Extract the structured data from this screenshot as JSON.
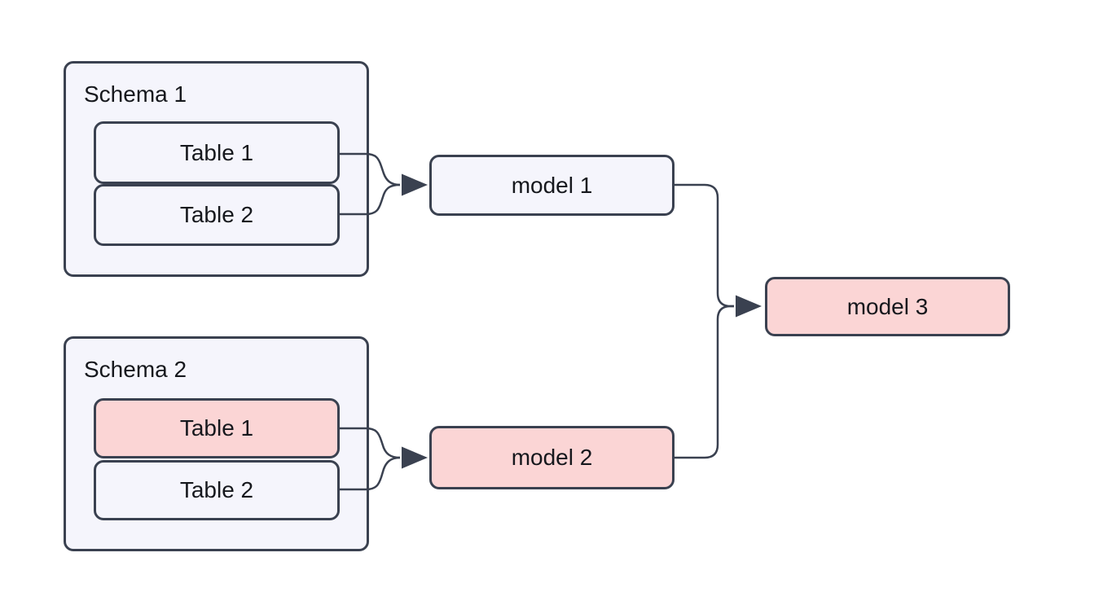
{
  "diagram": {
    "type": "flowchart-left-to-right",
    "colors": {
      "canvas_bg": "#ffffff",
      "node_fill": "#f5f5fc",
      "highlight_fill": "#fbd5d5",
      "border": "#3a4150",
      "edge": "#3a4150",
      "text": "#16181d"
    },
    "groups": [
      {
        "label": "Schema 1",
        "nodes": [
          {
            "label": "Table 1",
            "highlighted": false
          },
          {
            "label": "Table 2",
            "highlighted": false
          }
        ]
      },
      {
        "label": "Schema 2",
        "nodes": [
          {
            "label": "Table 1",
            "highlighted": true
          },
          {
            "label": "Table 2",
            "highlighted": false
          }
        ]
      }
    ],
    "models": [
      {
        "label": "model 1",
        "highlighted": false
      },
      {
        "label": "model 2",
        "highlighted": true
      },
      {
        "label": "model 3",
        "highlighted": true
      }
    ],
    "edges": [
      {
        "from": "Schema 1 / Table 1",
        "to": "model 1"
      },
      {
        "from": "Schema 1 / Table 2",
        "to": "model 1"
      },
      {
        "from": "Schema 2 / Table 1",
        "to": "model 2"
      },
      {
        "from": "Schema 2 / Table 2",
        "to": "model 2"
      },
      {
        "from": "model 1",
        "to": "model 3"
      },
      {
        "from": "model 2",
        "to": "model 3"
      }
    ]
  }
}
